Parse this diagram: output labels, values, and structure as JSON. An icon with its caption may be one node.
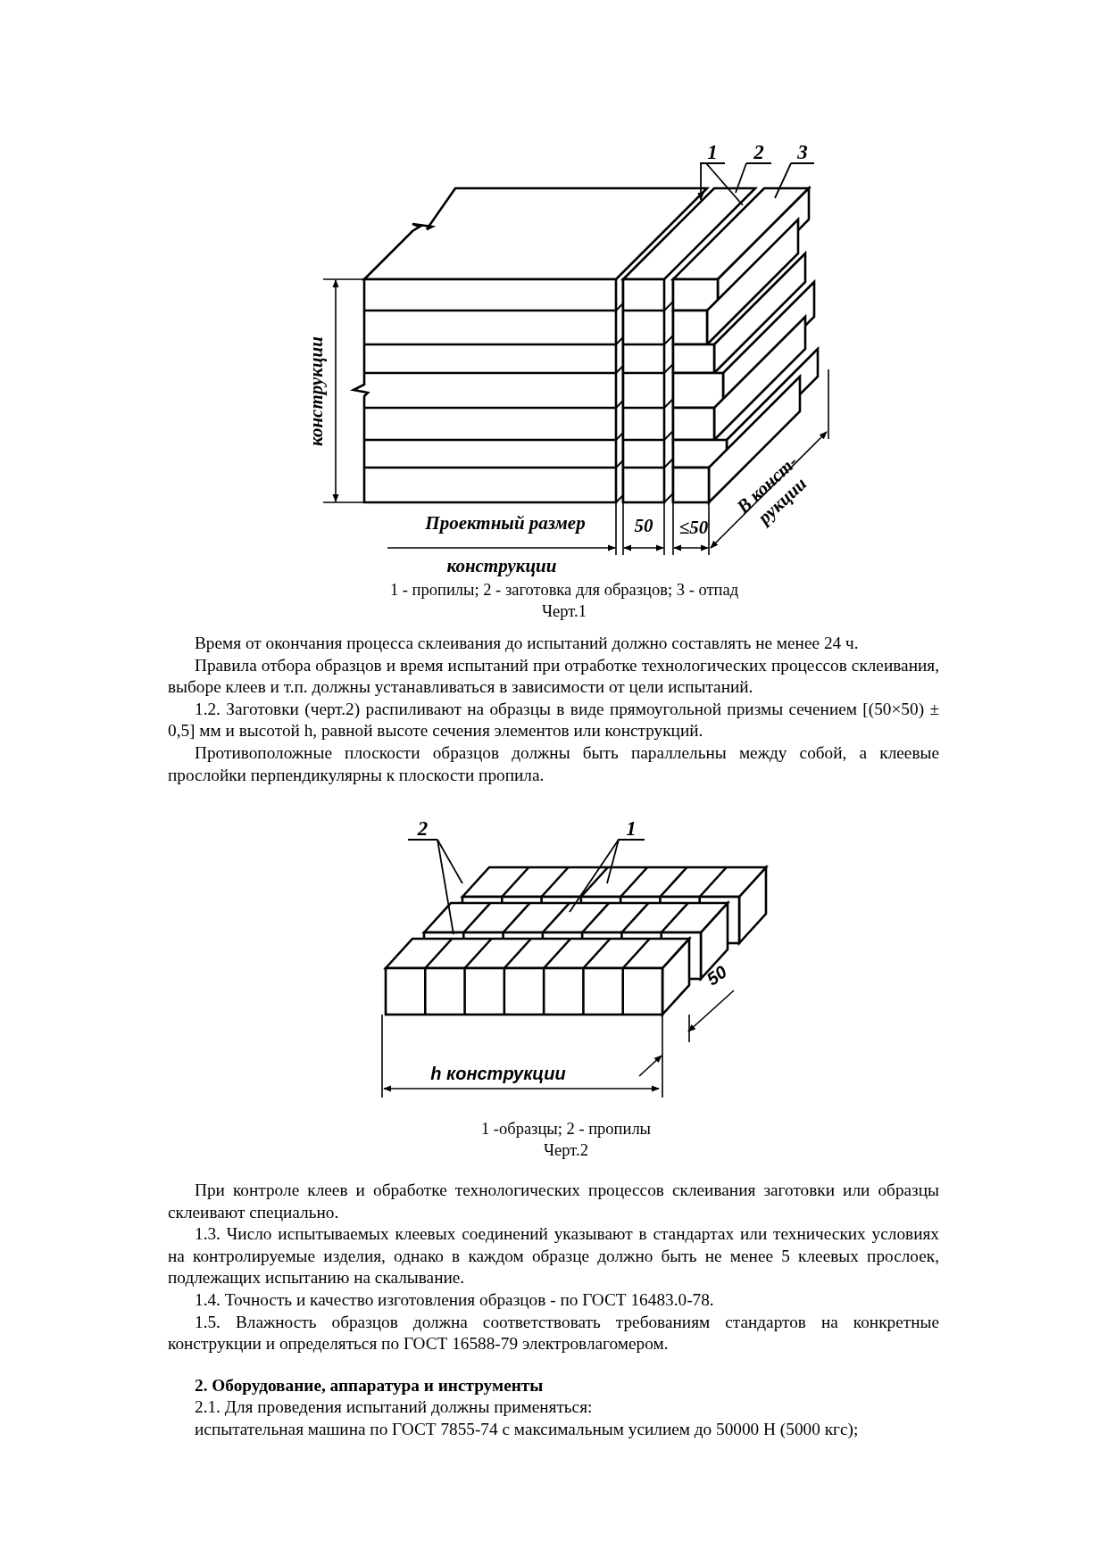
{
  "diagram": {
    "nodes": [
      {
        "text": [
          "1"
        ]
      },
      {
        "text": [
          "2"
        ]
      },
      {
        "text": [
          "3"
        ]
      },
      {
        "text": [
          "2"
        ]
      },
      {
        "text": [
          "1"
        ]
      }
    ],
    "edges": [
      {
        "from": 0,
        "to": null,
        "arrow": "to"
      },
      {
        "from": 0,
        "to": null,
        "arrow": "none"
      },
      {
        "from": 1,
        "to": null,
        "arrow": "none"
      },
      {
        "from": 2,
        "to": null,
        "arrow": "none"
      },
      {
        "from": 3,
        "to": null,
        "arrow": "none"
      },
      {
        "from": 3,
        "to": null,
        "arrow": "none"
      },
      {
        "from": 4,
        "to": null,
        "arrow": "none"
      },
      {
        "from": 4,
        "to": null,
        "arrow": "none"
      }
    ],
    "labels": [
      "конструкции",
      "Проектный размер",
      "50",
      "≤50",
      "В конст- рукции",
      "конструкции",
      "1 - пропилы; 2 - заготовка для образцов; 3 - отпад",
      "Черт.1",
      "Время от окончания процесса склеивания до испытаний должно составлять не менее 24 ч.",
      "Правила отбора образцов и время испытаний при отработке технологических процессов склеивания, выборе клеев и т.п. должны устанавливаться в зависимости от цели испытаний.",
      "1.2. Заготовки (черт.2) распиливают на образцы в виде прямоугольной призмы сечением [(50×50) ± 0,5] мм и высотой h, равной высоте сечения элементов или конструкций.",
      "Противоположные плоскости образцов должны быть параллельны между собой, а клеевые прослойки перпендикулярны к плоскости пропила.",
      "50",
      "h конструкции",
      "1 -образцы; 2 - пропилы",
      "Черт.2",
      "При контроле клеев и обработке технологических процессов склеивания заготовки или образцы склеивают специально.",
      "1.3. Число испытываемых клеевых соединений указывают в стандартах или технических условиях на контролируемые изделия, однако в каждом образце должно быть не менее 5 клеевых прослоек, подлежащих испытанию на скалывание.",
      "1.4. Точность и качество изготовления образцов - по ГОСТ 16483.0-78.",
      "1.5. Влажность образцов должна соответствовать требованиям стандартов на конкретные конструкции и определяться по ГОСТ 16588-79 электровлагомером.",
      "2. Оборудование, аппаратура и инструменты",
      "2.1. Для проведения испытаний должны применяться:",
      "испытательная машина по ГОСТ 7855-74 с максимальным усилием до 50000 Н (5000 кгс);"
    ]
  }
}
